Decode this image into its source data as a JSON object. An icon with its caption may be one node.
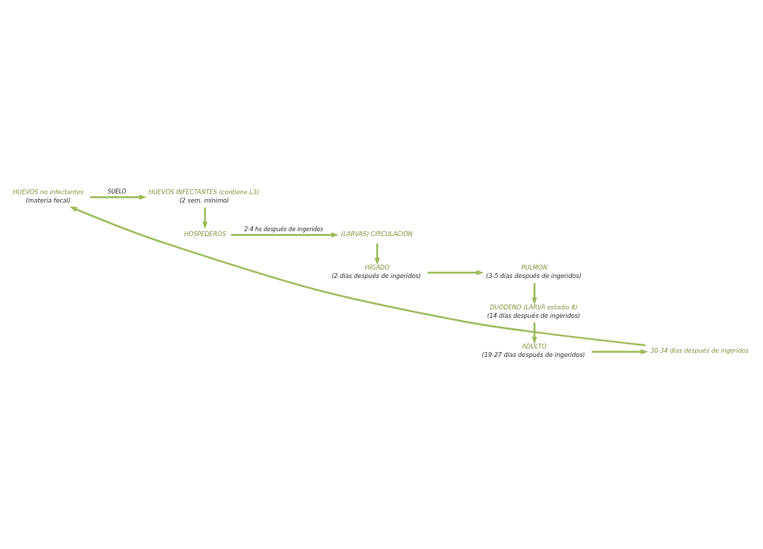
{
  "diagram": {
    "nodes": [
      {
        "text": [
          "HUEVOS no infectantes"
        ],
        "beside": [
          "(materia fecal)"
        ]
      },
      {
        "text": [
          "HUEVOS INFECTANTES (contiene L3)"
        ],
        "beside": [
          "(2 sem. mínimo)"
        ]
      },
      {
        "text": [
          "HOSPEDEROS"
        ]
      },
      {
        "text": [
          "(LARVAS) CIRCULACIÓN"
        ]
      },
      {
        "text": [
          "HÍGADO"
        ],
        "beside": [
          "(2 días después de ingeridos)"
        ]
      },
      {
        "text": [
          "PULMÓN"
        ],
        "beside": [
          "(3-5 días después de ingeridos)"
        ]
      },
      {
        "text": [
          "DUODENO (LARVA estadio 4)"
        ],
        "beside": [
          "(14 días después de ingeridos)"
        ]
      },
      {
        "text": [
          "ADULTO"
        ],
        "beside": [
          "(19-27 días después de ingeridos)"
        ]
      },
      {
        "text": [
          "30-34 días después de ingeridos"
        ]
      }
    ],
    "edges": [
      {
        "from": 0,
        "to": 1,
        "arrow": "to",
        "label": "SUELO"
      },
      {
        "from": 1,
        "to": 2,
        "arrow": "to"
      },
      {
        "from": 2,
        "to": 3,
        "arrow": "to",
        "label": "2-4 hs después de ingeridos"
      },
      {
        "from": 3,
        "to": 4,
        "arrow": "to"
      },
      {
        "from": 4,
        "to": 5,
        "arrow": "to"
      },
      {
        "from": 5,
        "to": 6,
        "arrow": "to"
      },
      {
        "from": 6,
        "to": 7,
        "arrow": "to"
      },
      {
        "from": 7,
        "to": 8,
        "arrow": "to"
      },
      {
        "from": 8,
        "to": 0,
        "arrow": "to"
      }
    ]
  }
}
